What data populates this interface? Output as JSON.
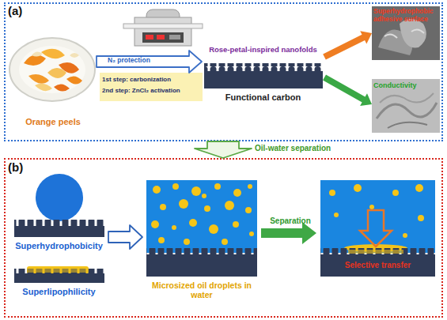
{
  "diagram": {
    "nodes": [
      {
        "text": [
          "(a)"
        ]
      },
      {
        "text": [
          "Orange peels"
        ],
        "in": 0
      },
      {
        "text": [
          "1st step: carbonization",
          "2nd step: ZnCl₂ activation"
        ],
        "in": 0
      },
      {
        "text": [
          "Rose-petal-inspired nanofolds",
          "Functional carbon"
        ],
        "in": 0
      },
      {
        "text": [
          "Superhydrophobic adhesive surface"
        ],
        "in": 0
      },
      {
        "text": [
          "Conductivity"
        ],
        "in": 0
      },
      {
        "text": [
          "(b)"
        ]
      },
      {
        "text": [
          "Superhydrophobicity"
        ],
        "in": 6
      },
      {
        "text": [
          "Superlipophilicity"
        ],
        "in": 6
      },
      {
        "text": [
          "Microsized oil droplets in water"
        ],
        "in": 6
      },
      {
        "text": [
          "Selective transfer"
        ],
        "in": 6
      }
    ],
    "edges": [
      {
        "from": 1,
        "to": 3,
        "arrow": "to",
        "label": "N₂ protection"
      },
      {
        "from": 3,
        "to": 4,
        "arrow": "to"
      },
      {
        "from": 3,
        "to": 5,
        "arrow": "to"
      },
      {
        "from": 0,
        "to": 6,
        "arrow": "to",
        "label": "Oil-water separation"
      },
      {
        "from": 7,
        "to": 9,
        "arrow": "to"
      },
      {
        "from": 9,
        "to": 10,
        "arrow": "to",
        "label": "Separation"
      }
    ]
  }
}
